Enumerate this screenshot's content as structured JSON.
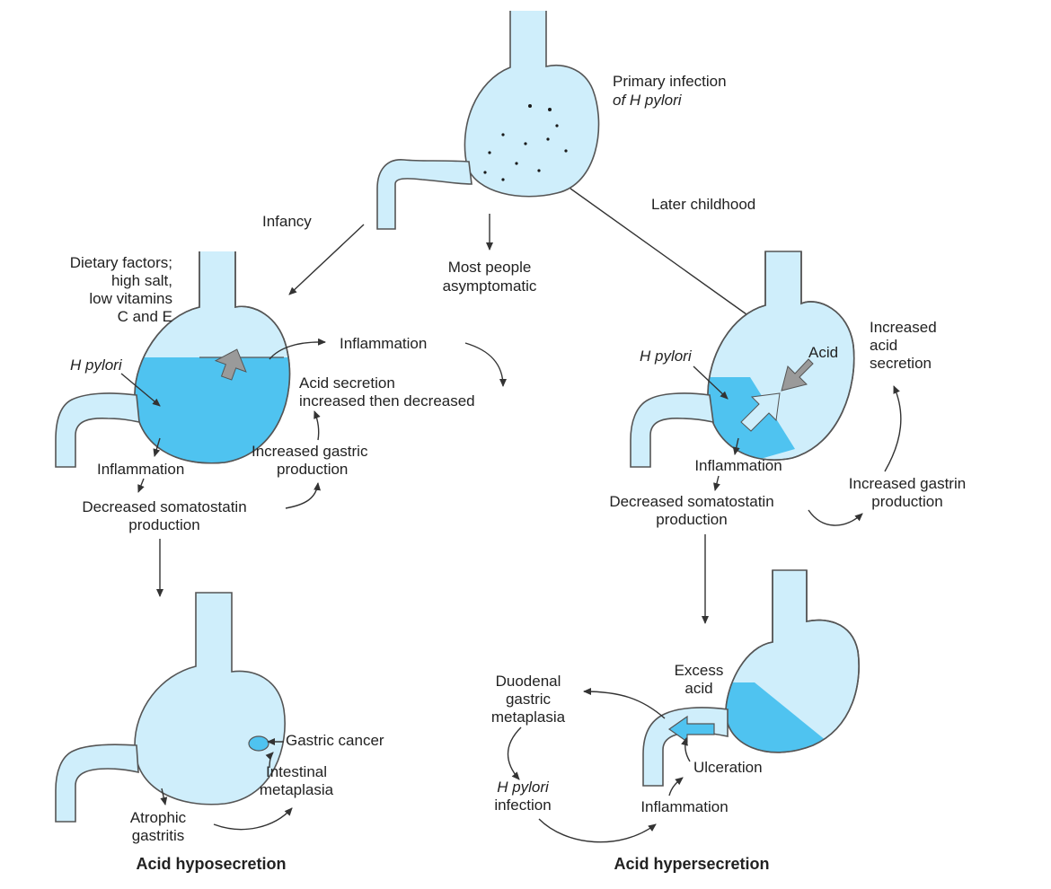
{
  "colors": {
    "stomach_fill": "#cfeefb",
    "inflamed_fill": "#4fc3f0",
    "outline": "#555555",
    "arrow_gray": "#9a9a9a",
    "arrow_blue_fill": "#cfeefb"
  },
  "top": {
    "primary": [
      "Primary infection",
      "of H pylori"
    ],
    "infancy": "Infancy",
    "later_childhood": "Later childhood",
    "most_people": [
      "Most people",
      "asymptomatic"
    ]
  },
  "left": {
    "dietary": [
      "Dietary factors;",
      "high salt,",
      "low vitamins",
      "C and E"
    ],
    "h_pylori": "H pylori",
    "inflammation_top": "Inflammation",
    "acid_secretion": [
      "Acid secretion",
      "increased then decreased"
    ],
    "increased_gastric": [
      "Increased gastric",
      "production"
    ],
    "inflammation": "Inflammation",
    "decreased_somatostatin": [
      "Decreased somatostatin",
      "production"
    ],
    "gastric_cancer": "Gastric cancer",
    "intestinal_metaplasia": [
      "Intestinal",
      "metaplasia"
    ],
    "atrophic_gastritis": [
      "Atrophic",
      "gastritis"
    ],
    "caption": "Acid hyposecretion"
  },
  "right": {
    "h_pylori": "H pylori",
    "acid": "Acid",
    "increased_acid_secretion": [
      "Increased",
      "acid",
      "secretion"
    ],
    "inflammation": "Inflammation",
    "decreased_somatostatin": [
      "Decreased somatostatin",
      "production"
    ],
    "increased_gastrin": [
      "Increased gastrin",
      "production"
    ],
    "excess_acid": [
      "Excess",
      "acid"
    ],
    "duodenal": [
      "Duodenal",
      "gastric",
      "metaplasia"
    ],
    "ulceration": "Ulceration",
    "h_pylori_infection": [
      "H pylori",
      "infection"
    ],
    "inflammation_bottom": "Inflammation",
    "caption": "Acid hypersecretion"
  }
}
